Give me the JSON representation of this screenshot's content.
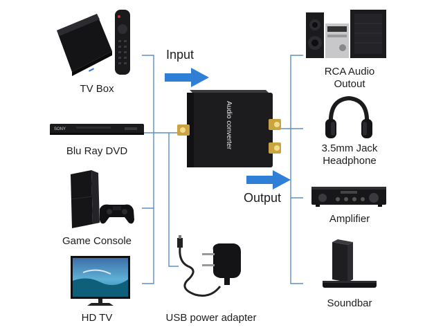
{
  "inputs": [
    {
      "id": "tv-box",
      "label": "TV Box"
    },
    {
      "id": "blu-ray",
      "label": "Blu Ray DVD"
    },
    {
      "id": "game-console",
      "label": "Game Console"
    },
    {
      "id": "hd-tv",
      "label": "HD TV"
    }
  ],
  "outputs": [
    {
      "id": "rca-audio",
      "label": "RCA Audio\nOutout"
    },
    {
      "id": "headphone",
      "label": "3.5mm Jack\nHeadphone"
    },
    {
      "id": "amplifier",
      "label": "Amplifier"
    },
    {
      "id": "soundbar",
      "label": "Soundbar"
    }
  ],
  "center": {
    "input_label": "Input",
    "output_label": "Output",
    "device_text": "Audio converter",
    "power_label": "USB power adapter",
    "dvd_brand": "SONY"
  },
  "colors": {
    "line": "#5b8fc2",
    "arrow": "#2f7fd6",
    "device": "#1c1c1e",
    "gold": "#c9a441"
  }
}
